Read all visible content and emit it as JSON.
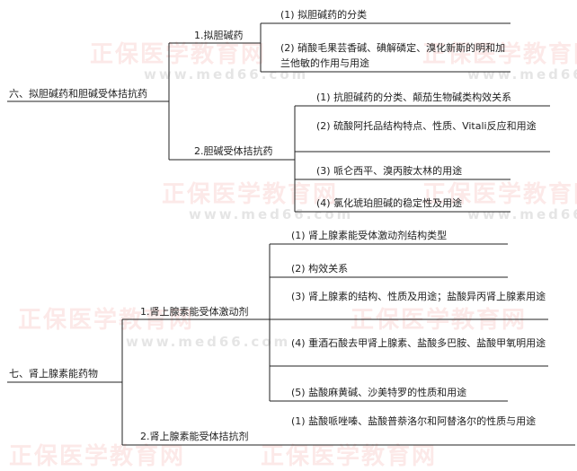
{
  "watermark": {
    "text": "正保医学教育网",
    "url": "www.med66.com"
  },
  "sections": [
    {
      "title": "六、拟胆碱药和胆碱受体拮抗药",
      "groups": [
        {
          "title": "1.拟胆碱药",
          "items": [
            "(1) 拟胆碱药的分类",
            "(2) 硝酸毛果芸香碱、碘解磷定、溴化新斯的明和加兰他敏的作用与用途"
          ]
        },
        {
          "title": "2.胆碱受体拮抗药",
          "items": [
            "(1) 抗胆碱药的分类、颠茄生物碱类构效关系",
            "(2) 硫酸阿托品结构特点、性质、Vitali反应和用途",
            "(3) 哌仑西平、溴丙胺太林的用途",
            "(4) 氯化琥珀胆碱的稳定性及用途"
          ]
        }
      ]
    },
    {
      "title": "七、肾上腺素能药物",
      "groups": [
        {
          "title": "1.肾上腺素能受体激动剂",
          "items": [
            "(1) 肾上腺素能受体激动剂结构类型",
            "(2) 构效关系",
            "(3) 肾上腺素的结构、性质及用途；盐酸异丙肾上腺素用途",
            "(4) 重酒石酸去甲肾上腺素、盐酸多巴胺、盐酸甲氧明用途",
            "(5) 盐酸麻黄碱、沙美特罗的性质和用途"
          ]
        },
        {
          "title": "2.肾上腺素能受体拮抗剂",
          "items": [
            "(1) 盐酸哌唑嗪、盐酸普萘洛尔和阿替洛尔的性质与用途"
          ]
        }
      ]
    }
  ]
}
